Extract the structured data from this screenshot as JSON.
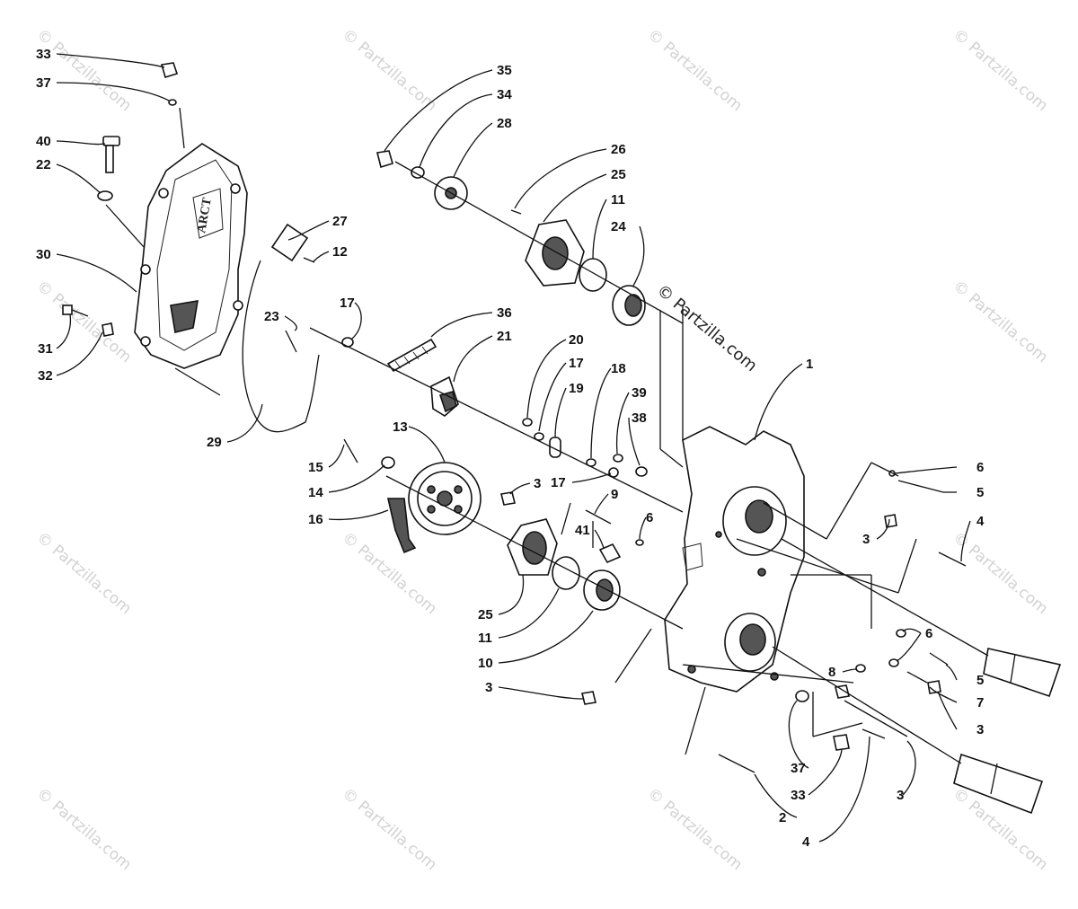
{
  "watermark": "© Partzilla.com",
  "center_watermark": "© Partzilla.com",
  "callouts": [
    {
      "id": "c33a",
      "label": "33"
    },
    {
      "id": "c37a",
      "label": "37"
    },
    {
      "id": "c40",
      "label": "40"
    },
    {
      "id": "c22",
      "label": "22"
    },
    {
      "id": "c30",
      "label": "30"
    },
    {
      "id": "c31",
      "label": "31"
    },
    {
      "id": "c32",
      "label": "32"
    },
    {
      "id": "c29",
      "label": "29"
    },
    {
      "id": "c23",
      "label": "23"
    },
    {
      "id": "c27",
      "label": "27"
    },
    {
      "id": "c12",
      "label": "12"
    },
    {
      "id": "c17a",
      "label": "17"
    },
    {
      "id": "c36",
      "label": "36"
    },
    {
      "id": "c21",
      "label": "21"
    },
    {
      "id": "c35",
      "label": "35"
    },
    {
      "id": "c34",
      "label": "34"
    },
    {
      "id": "c28",
      "label": "28"
    },
    {
      "id": "c26",
      "label": "26"
    },
    {
      "id": "c25a",
      "label": "25"
    },
    {
      "id": "c11a",
      "label": "11"
    },
    {
      "id": "c24",
      "label": "24"
    },
    {
      "id": "c1",
      "label": "1"
    },
    {
      "id": "c20",
      "label": "20"
    },
    {
      "id": "c17b",
      "label": "17"
    },
    {
      "id": "c19",
      "label": "19"
    },
    {
      "id": "c18",
      "label": "18"
    },
    {
      "id": "c39",
      "label": "39"
    },
    {
      "id": "c38",
      "label": "38"
    },
    {
      "id": "c17c",
      "label": "17"
    },
    {
      "id": "c13",
      "label": "13"
    },
    {
      "id": "c15",
      "label": "15"
    },
    {
      "id": "c14",
      "label": "14"
    },
    {
      "id": "c16",
      "label": "16"
    },
    {
      "id": "c3a",
      "label": "3"
    },
    {
      "id": "c9",
      "label": "9"
    },
    {
      "id": "c41",
      "label": "41"
    },
    {
      "id": "c6a",
      "label": "6"
    },
    {
      "id": "c25b",
      "label": "25"
    },
    {
      "id": "c11b",
      "label": "11"
    },
    {
      "id": "c10",
      "label": "10"
    },
    {
      "id": "c3b",
      "label": "3"
    },
    {
      "id": "c6b",
      "label": "6"
    },
    {
      "id": "c5a",
      "label": "5"
    },
    {
      "id": "c3c",
      "label": "3"
    },
    {
      "id": "c4a",
      "label": "4"
    },
    {
      "id": "c6c",
      "label": "6"
    },
    {
      "id": "c5b",
      "label": "5"
    },
    {
      "id": "c8",
      "label": "8"
    },
    {
      "id": "c7",
      "label": "7"
    },
    {
      "id": "c3d",
      "label": "3"
    },
    {
      "id": "c37b",
      "label": "37"
    },
    {
      "id": "c33b",
      "label": "33"
    },
    {
      "id": "c3e",
      "label": "3"
    },
    {
      "id": "c2",
      "label": "2"
    },
    {
      "id": "c4b",
      "label": "4"
    }
  ]
}
